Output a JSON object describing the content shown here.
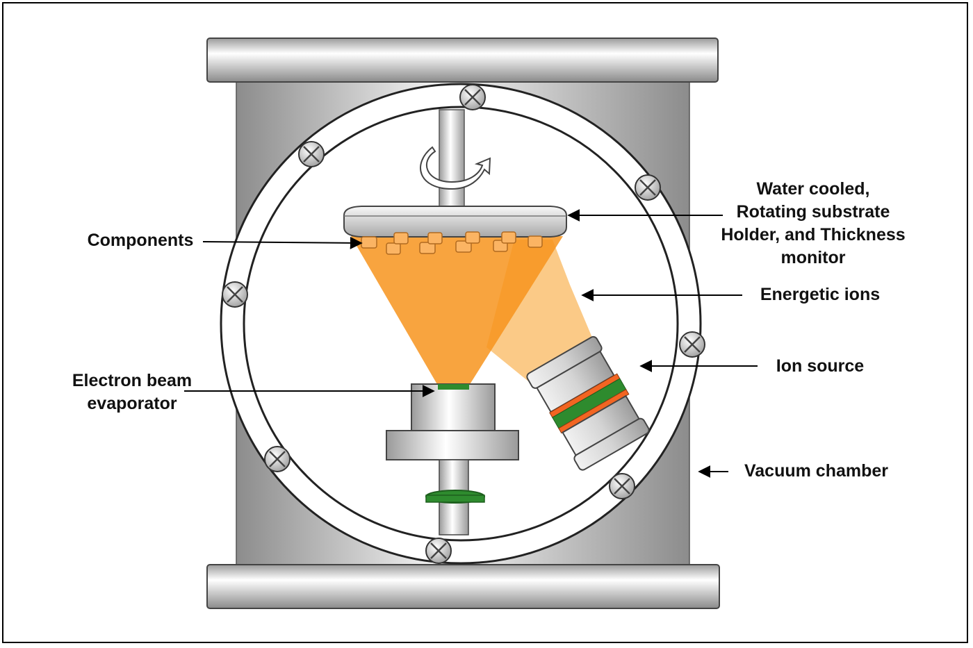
{
  "labels": {
    "holder": [
      "Water cooled,",
      "Rotating substrate",
      "Holder, and Thickness",
      "monitor"
    ],
    "components": "Components",
    "energetic_ions": "Energetic ions",
    "ion_source": "Ion source",
    "evaporator": [
      "Electron beam",
      "evaporator"
    ],
    "vacuum_chamber": "Vacuum chamber"
  },
  "colors": {
    "evaporant_plume": "#f7941d",
    "ion_beam": "#fbc47a",
    "ring_green": "#2e8b2e",
    "ring_orange": "#f26522",
    "metal_gray": "#b5b5b5"
  },
  "icons": [
    "rotation-arrow-icon",
    "bolt-icon"
  ]
}
